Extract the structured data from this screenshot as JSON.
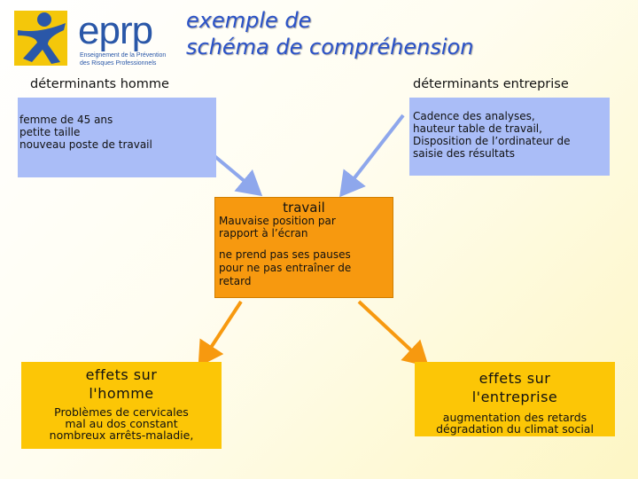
{
  "logo": {
    "name": "eprp",
    "tagline": [
      "Enseignement de la Prévention",
      "des Risques Professionnels"
    ]
  },
  "title": [
    "exemple de",
    "schéma de compréhension"
  ],
  "determinants_homme": {
    "heading": "déterminants homme",
    "lines": [
      "femme de 45 ans",
      "petite taille",
      "nouveau poste de travail"
    ]
  },
  "determinants_entreprise": {
    "heading": "déterminants entreprise",
    "lines": [
      "Cadence des analyses,",
      "hauteur table de travail,",
      "Disposition de l’ordinateur de",
      "saisie des résultats"
    ]
  },
  "travail": {
    "heading": "travail",
    "para1": [
      "Mauvaise position par",
      "rapport à l’écran"
    ],
    "para2": [
      "ne prend pas ses pauses",
      "pour ne pas entraîner de",
      "retard"
    ]
  },
  "effets_homme": {
    "heading": [
      "effets sur",
      "l'homme"
    ],
    "lines": [
      "Problèmes de cervicales",
      "mal au dos constant",
      "nombreux arrêts-maladie,"
    ]
  },
  "effets_entreprise": {
    "heading": [
      "effets sur",
      "l'entreprise"
    ],
    "lines": [
      "augmentation des retards",
      "dégradation du climat social"
    ]
  },
  "colors": {
    "blue_box": "#aabdf7",
    "center_box": "#f7990f",
    "effect_box": "#fcc606",
    "title": "#2a52c8",
    "arrow_blue": "#8ea7ec",
    "arrow_orange": "#f7990f"
  }
}
